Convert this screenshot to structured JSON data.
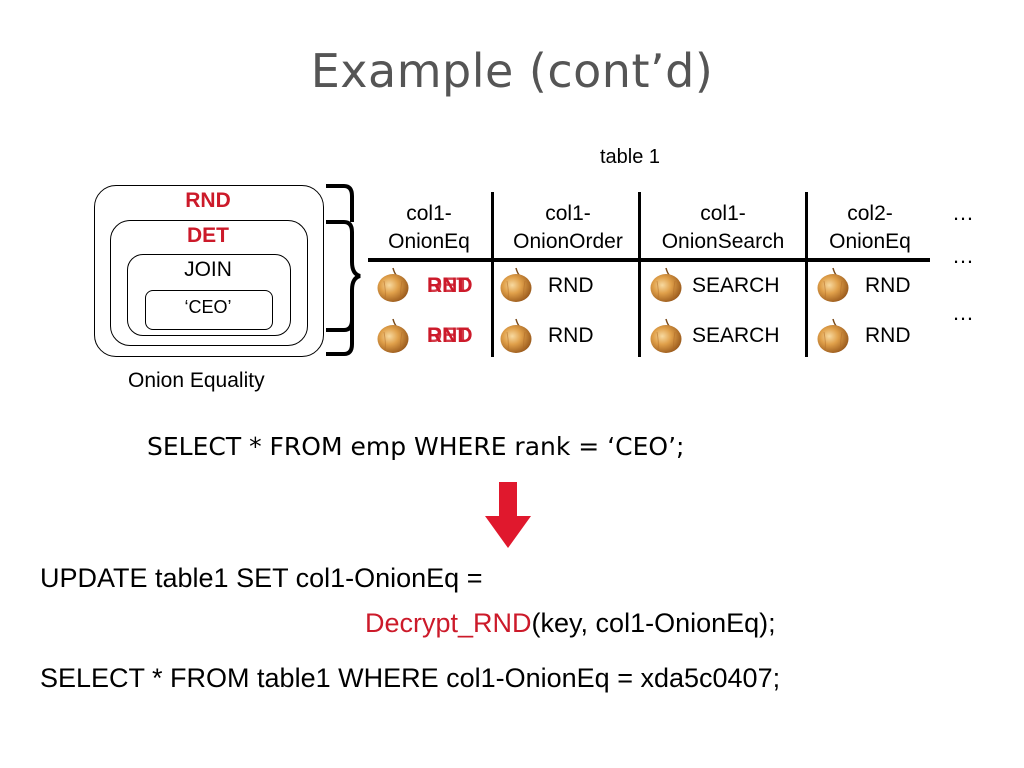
{
  "title": "Example (cont’d)",
  "onion": {
    "layers": [
      "RND",
      "DET",
      "JOIN",
      "‘CEO’"
    ],
    "caption": "Onion Equality"
  },
  "table": {
    "caption": "table 1",
    "headers": [
      [
        "col1-",
        "OnionEq"
      ],
      [
        "col1-",
        "OnionOrder"
      ],
      [
        "col1-",
        "OnionSearch"
      ],
      [
        "col2-",
        "OnionEq"
      ]
    ],
    "rows": [
      [
        "RND",
        "DET",
        "RND",
        "SEARCH",
        "RND"
      ],
      [
        "RND",
        "DET",
        "RND",
        "SEARCH",
        "RND"
      ]
    ],
    "ellipsis": "…"
  },
  "query": "SELECT * FROM emp WHERE rank = ‘CEO’;",
  "rewritten": {
    "line1": "UPDATE table1 SET col1-OnionEq =",
    "fn": "Decrypt_RND",
    "args": "(key, col1-OnionEq);",
    "line3": "SELECT * FROM table1 WHERE col1-OnionEq = xda5c0407;"
  },
  "colors": {
    "accent_red": "#cc1a2a",
    "arrow_red": "#e0182d",
    "title_gray": "#555555"
  }
}
